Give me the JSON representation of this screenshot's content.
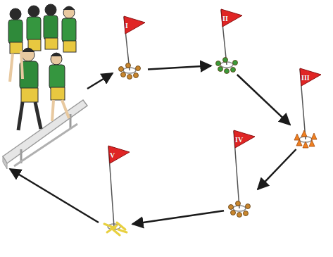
{
  "diagram": {
    "nodes": [
      {
        "text": [
          "I"
        ]
      },
      {
        "text": [
          "II"
        ]
      },
      {
        "text": [
          "III"
        ]
      },
      {
        "text": [
          "IV"
        ]
      },
      {
        "text": [
          "V"
        ]
      }
    ],
    "edges": [
      {
        "from": 0,
        "to": 1,
        "arrow": "to"
      },
      {
        "from": 1,
        "to": 2,
        "arrow": "to"
      },
      {
        "from": 2,
        "to": 3,
        "arrow": "to"
      },
      {
        "from": 3,
        "to": 4,
        "arrow": "to"
      }
    ]
  }
}
